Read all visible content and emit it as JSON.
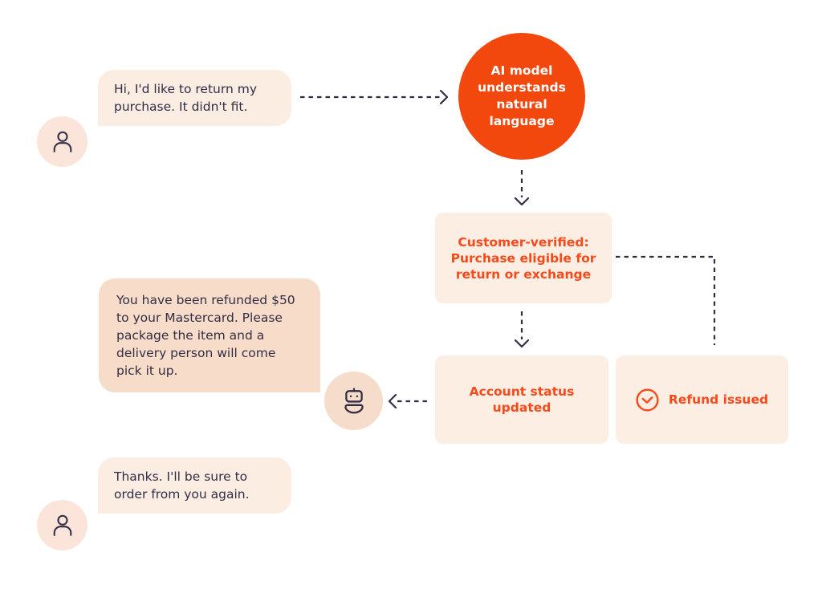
{
  "palette": {
    "accent_orange": "#F2470D",
    "orange_text": "#F8491A",
    "light_box": "#FCEEE3",
    "user_bubble": "#FBEDE2",
    "bot_bubble": "#F7DDC9",
    "user_avatar_bg": "#FBE5DA",
    "bot_avatar_bg": "#F6DCCA",
    "ink_navy": "#322D45",
    "background": "#FFFFFF"
  },
  "chat": {
    "user_message_1": "Hi, I'd like to return my purchase. It didn't fit.",
    "bot_message": "You have been refunded $50 to your Mastercard. Please package the item and a delivery person will come pick it up.",
    "user_message_2": "Thanks. I'll be sure to order from you again."
  },
  "flow": {
    "ai_circle_label": "AI model understands natural language",
    "verified_box_label": "Customer-verified: Purchase eligible for return or exchange",
    "account_box_label": "Account status updated",
    "refund_box_label": "Refund issued"
  },
  "icons": {
    "user_avatar": "person-icon",
    "bot_avatar": "robot-icon",
    "refund_check": "check-circle-icon"
  }
}
